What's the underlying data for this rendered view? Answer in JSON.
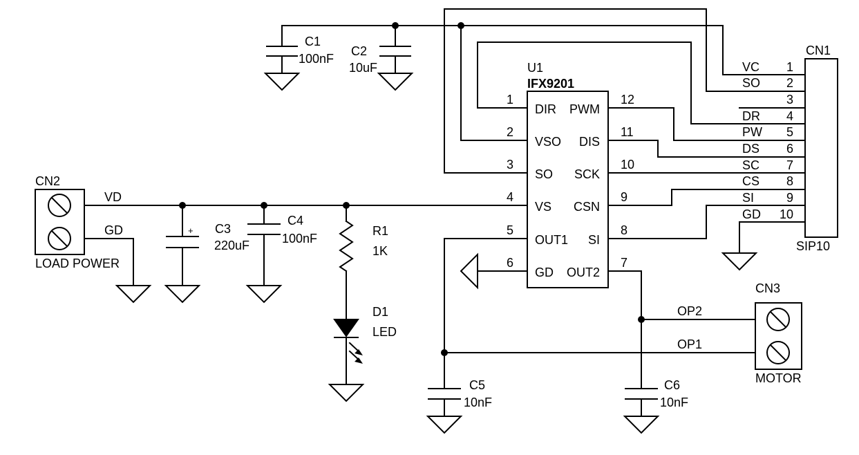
{
  "ic": {
    "ref": "U1",
    "part": "IFX9201",
    "pins_left": [
      {
        "num": "1",
        "name": "DIR"
      },
      {
        "num": "2",
        "name": "VSO"
      },
      {
        "num": "3",
        "name": "SO"
      },
      {
        "num": "4",
        "name": "VS"
      },
      {
        "num": "5",
        "name": "OUT1"
      },
      {
        "num": "6",
        "name": "GD"
      }
    ],
    "pins_right": [
      {
        "num": "12",
        "name": "PWM"
      },
      {
        "num": "11",
        "name": "DIS"
      },
      {
        "num": "10",
        "name": "SCK"
      },
      {
        "num": "9",
        "name": "CSN"
      },
      {
        "num": "8",
        "name": "SI"
      },
      {
        "num": "7",
        "name": "OUT2"
      }
    ]
  },
  "cn1": {
    "ref": "CN1",
    "type": "SIP10",
    "pins": [
      {
        "num": "1",
        "net": "VC"
      },
      {
        "num": "2",
        "net": "SO"
      },
      {
        "num": "3",
        "net": ""
      },
      {
        "num": "4",
        "net": "DR"
      },
      {
        "num": "5",
        "net": "PW"
      },
      {
        "num": "6",
        "net": "DS"
      },
      {
        "num": "7",
        "net": "SC"
      },
      {
        "num": "8",
        "net": "CS"
      },
      {
        "num": "9",
        "net": "SI"
      },
      {
        "num": "10",
        "net": "GD"
      }
    ]
  },
  "cn2": {
    "ref": "CN2",
    "label": "LOAD POWER",
    "net_top": "VD",
    "net_bottom": "GD"
  },
  "cn3": {
    "ref": "CN3",
    "label": "MOTOR",
    "net_top": "OP2",
    "net_bottom": "OP1"
  },
  "caps": {
    "c1": {
      "ref": "C1",
      "value": "100nF"
    },
    "c2": {
      "ref": "C2",
      "value": "10uF"
    },
    "c3": {
      "ref": "C3",
      "value": "220uF",
      "polarity": "+"
    },
    "c4": {
      "ref": "C4",
      "value": "100nF"
    },
    "c5": {
      "ref": "C5",
      "value": "10nF"
    },
    "c6": {
      "ref": "C6",
      "value": "10nF"
    }
  },
  "r1": {
    "ref": "R1",
    "value": "1K"
  },
  "d1": {
    "ref": "D1",
    "value": "LED"
  }
}
